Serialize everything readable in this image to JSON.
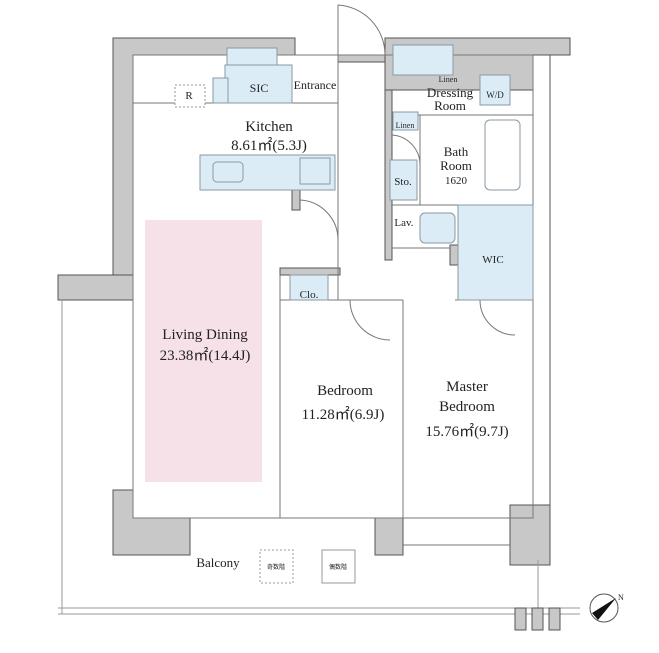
{
  "rooms": {
    "sic": "SIC",
    "r": "R",
    "entrance": "Entrance",
    "kitchen": {
      "name": "Kitchen",
      "area": "8.61㎡(5.3J)"
    },
    "linen_top": "Linen",
    "dressing": {
      "line1": "Dressing",
      "line2": "Room"
    },
    "wd": "W/D",
    "linen_side": "Linen",
    "bath": {
      "line1": "Bath",
      "line2": "Room",
      "size": "1620"
    },
    "sto": "Sto.",
    "lav": "Lav.",
    "wic": "WIC",
    "clo": "Clo.",
    "living": {
      "name": "Living Dining",
      "area": "23.38㎡(14.4J)"
    },
    "bedroom": {
      "name": "Bedroom",
      "area": "11.28㎡(6.9J)"
    },
    "master": {
      "line1": "Master",
      "line2": "Bedroom",
      "area": "15.76㎡(9.7J)"
    },
    "balcony": "Balcony",
    "hatch_odd": "奇数階",
    "hatch_even": "偶数階"
  },
  "compass": {
    "label": "N"
  },
  "colors": {
    "wall": "#c8c8c8",
    "fixture": "#dcecf6",
    "living": "#f7e1e9",
    "line": "#555555"
  }
}
